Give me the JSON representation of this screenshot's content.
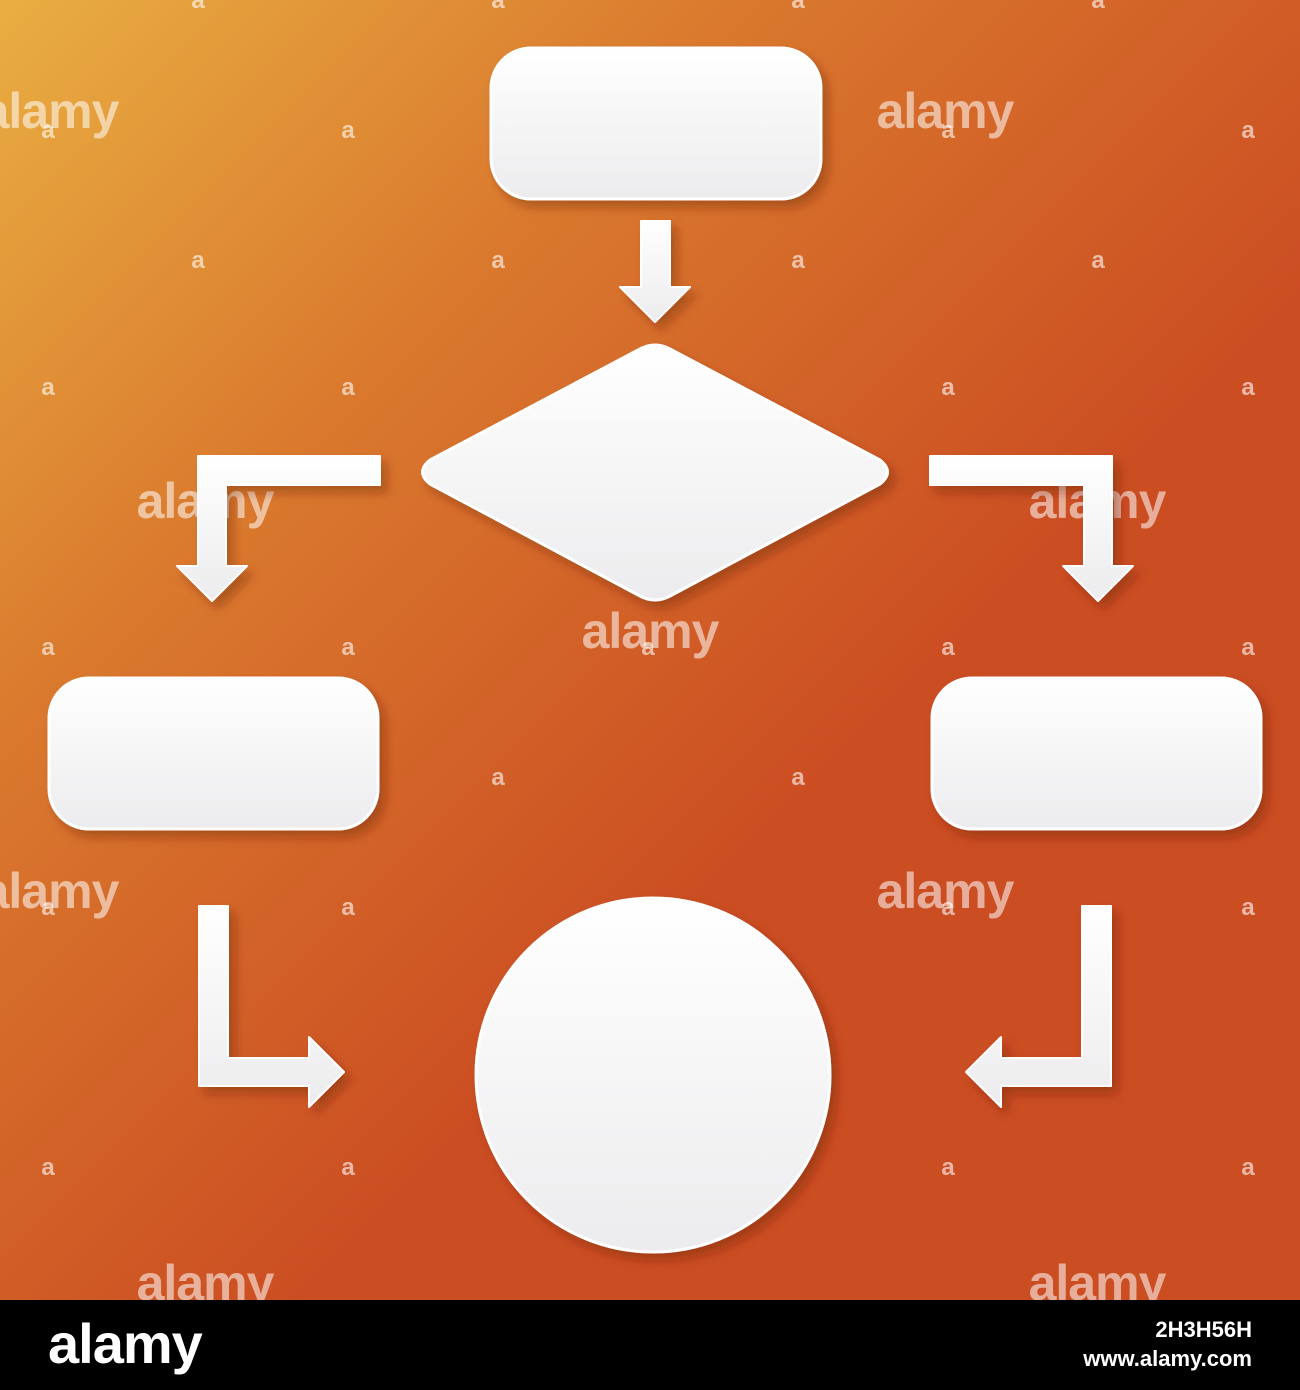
{
  "colors": {
    "gradient_start": "#E9AE42",
    "gradient_mid": "#DA7A2E",
    "gradient_end": "#CB4D22",
    "shape_fill": "#F2F2F3",
    "shape_edge": "#FFFFFF",
    "bar": "#000000"
  },
  "diagram": {
    "shapes": [
      {
        "name": "start-terminator",
        "type": "rounded-rectangle",
        "label": ""
      },
      {
        "name": "decision",
        "type": "diamond",
        "label": ""
      },
      {
        "name": "left-process",
        "type": "rounded-rectangle",
        "label": ""
      },
      {
        "name": "right-process",
        "type": "rounded-rectangle",
        "label": ""
      },
      {
        "name": "end-connector",
        "type": "circle",
        "label": ""
      }
    ],
    "edges": [
      {
        "from": "start-terminator",
        "to": "decision"
      },
      {
        "from": "decision",
        "to": "left-process"
      },
      {
        "from": "decision",
        "to": "right-process"
      },
      {
        "from": "left-process",
        "to": "end-connector"
      },
      {
        "from": "right-process",
        "to": "end-connector"
      }
    ]
  },
  "watermark": {
    "word": "alamy",
    "letter": "a"
  },
  "footer": {
    "logo": "alamy",
    "image_id": "2H3H56H",
    "site": "www.alamy.com"
  }
}
